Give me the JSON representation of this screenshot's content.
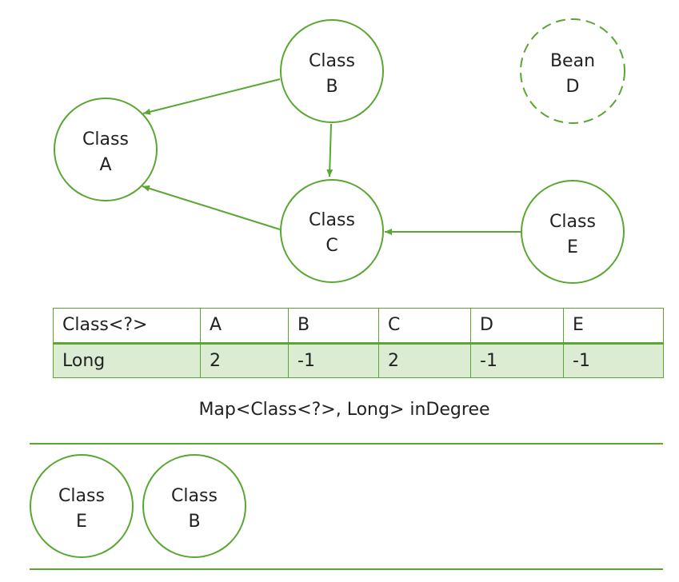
{
  "graph": {
    "nodes": [
      {
        "id": "A",
        "lines": [
          "Class",
          "A"
        ],
        "style": "solid"
      },
      {
        "id": "B",
        "lines": [
          "Class",
          "B"
        ],
        "style": "solid"
      },
      {
        "id": "C",
        "lines": [
          "Class",
          "C"
        ],
        "style": "solid"
      },
      {
        "id": "D",
        "lines": [
          "Bean",
          "D"
        ],
        "style": "dashed"
      },
      {
        "id": "E",
        "lines": [
          "Class",
          "E"
        ],
        "style": "solid"
      }
    ],
    "edges": [
      {
        "from": "B",
        "to": "A"
      },
      {
        "from": "B",
        "to": "C"
      },
      {
        "from": "C",
        "to": "A"
      },
      {
        "from": "E",
        "to": "C"
      }
    ]
  },
  "table": {
    "header": [
      "Class<?>",
      "A",
      "B",
      "C",
      "D",
      "E"
    ],
    "row": [
      "Long",
      "2",
      "-1",
      "2",
      "-1",
      "-1"
    ]
  },
  "caption": "Map<Class<?>, Long> inDegree",
  "queue": [
    {
      "id": "E",
      "lines": [
        "Class",
        "E"
      ]
    },
    {
      "id": "B",
      "lines": [
        "Class",
        "B"
      ]
    }
  ],
  "colors": {
    "accent": "#5aa632",
    "row_fill": "#dcecd3"
  }
}
